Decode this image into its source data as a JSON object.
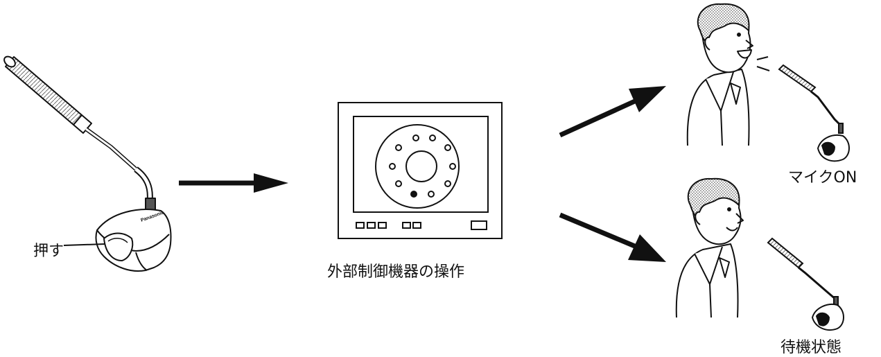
{
  "labels": {
    "press": "押す",
    "external_control": "外部制御機器の操作",
    "mic_on": "マイクON",
    "standby": "待機状態"
  },
  "device": {
    "brand": "Panasonic"
  },
  "icons": {
    "gooseneck_mic": "gooseneck-microphone-icon",
    "control_panel": "control-panel-icon",
    "person": "person-icon",
    "arrow": "arrow-icon"
  },
  "colors": {
    "ink": "#111111",
    "background": "#ffffff"
  }
}
